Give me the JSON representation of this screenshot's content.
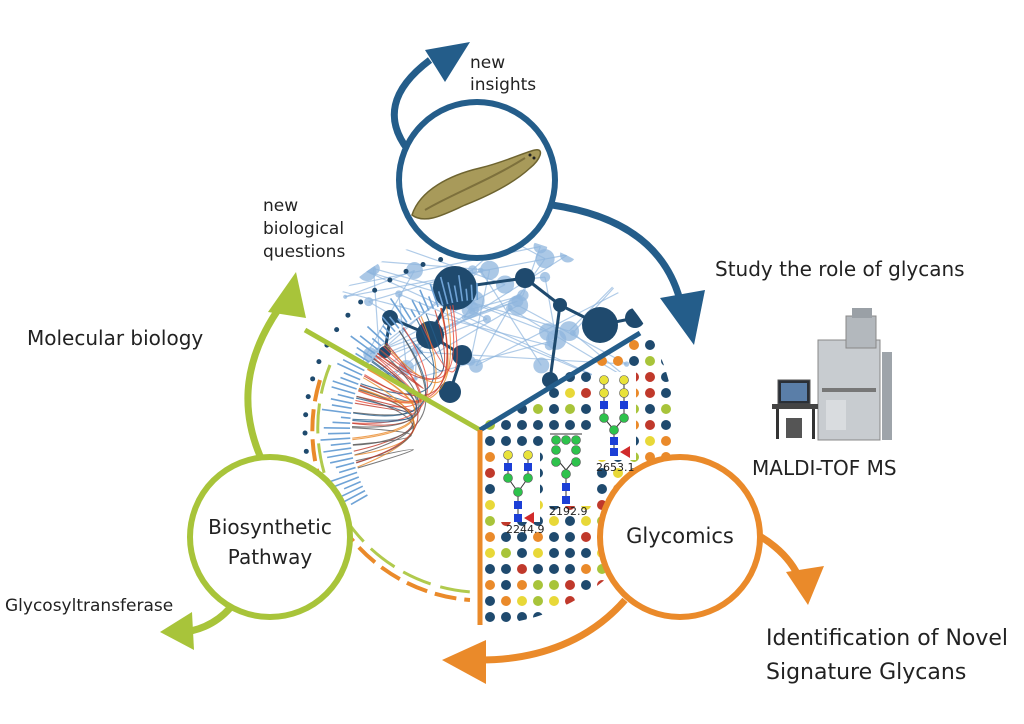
{
  "labels": {
    "new_insights_1": "new",
    "new_insights_2": "insights",
    "new_bio_1": "new",
    "new_bio_2": "biological",
    "new_bio_3": "questions",
    "study_role": "Study the role of glycans",
    "molecular_biology": "Molecular biology",
    "maldi": "MALDI-TOF MS",
    "glycosyltransferase": "Glycosyltransferase",
    "identification_1": "Identification of Novel",
    "identification_2": "Signature Glycans"
  },
  "circles": {
    "biosynthetic_1": "Biosynthetic",
    "biosynthetic_2": "Pathway",
    "glycomics": "Glycomics"
  },
  "glycan_masses": [
    "2244.9",
    "2192.9",
    "2653.1"
  ],
  "colors": {
    "blue": "#245d8a",
    "green": "#a8c43a",
    "orange": "#ea8a2a",
    "dark_node": "#1f4a6e",
    "light_node": "#8fb6de"
  },
  "icons": [
    "planarian-worm-icon",
    "mass-spectrometer-icon"
  ]
}
